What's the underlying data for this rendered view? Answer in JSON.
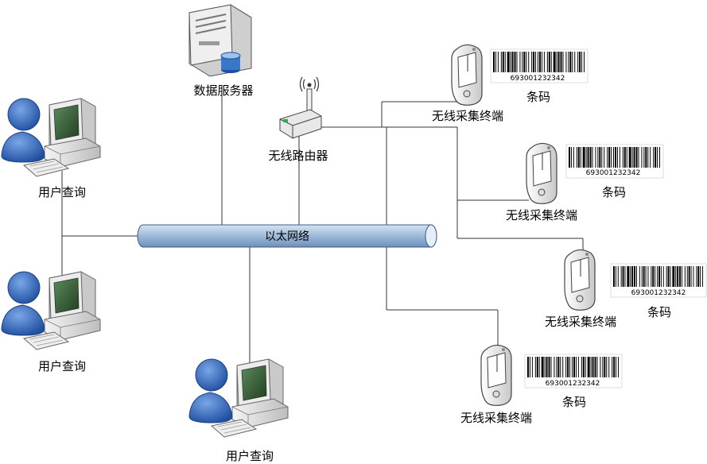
{
  "labels": {
    "server": "数据服务器",
    "router": "无线路由器",
    "ethernet": "以太网络",
    "user_query": "用户查询",
    "terminal": "无线采集终端",
    "barcode": "条码"
  },
  "barcode_number": "693001232342",
  "colors": {
    "ethernet_pipe": "#9db9d8",
    "user_figure": "#2e5fb3",
    "computer_body": "#e2e2e2",
    "screen": "#2f5a2f",
    "server_disk": "#3a78c7",
    "wire": "#333333"
  },
  "icons": {
    "server": "server-icon",
    "router": "wireless-router-icon",
    "user_pc": "user-computer-icon",
    "terminal": "handheld-terminal-icon",
    "barcode": "barcode-icon"
  }
}
